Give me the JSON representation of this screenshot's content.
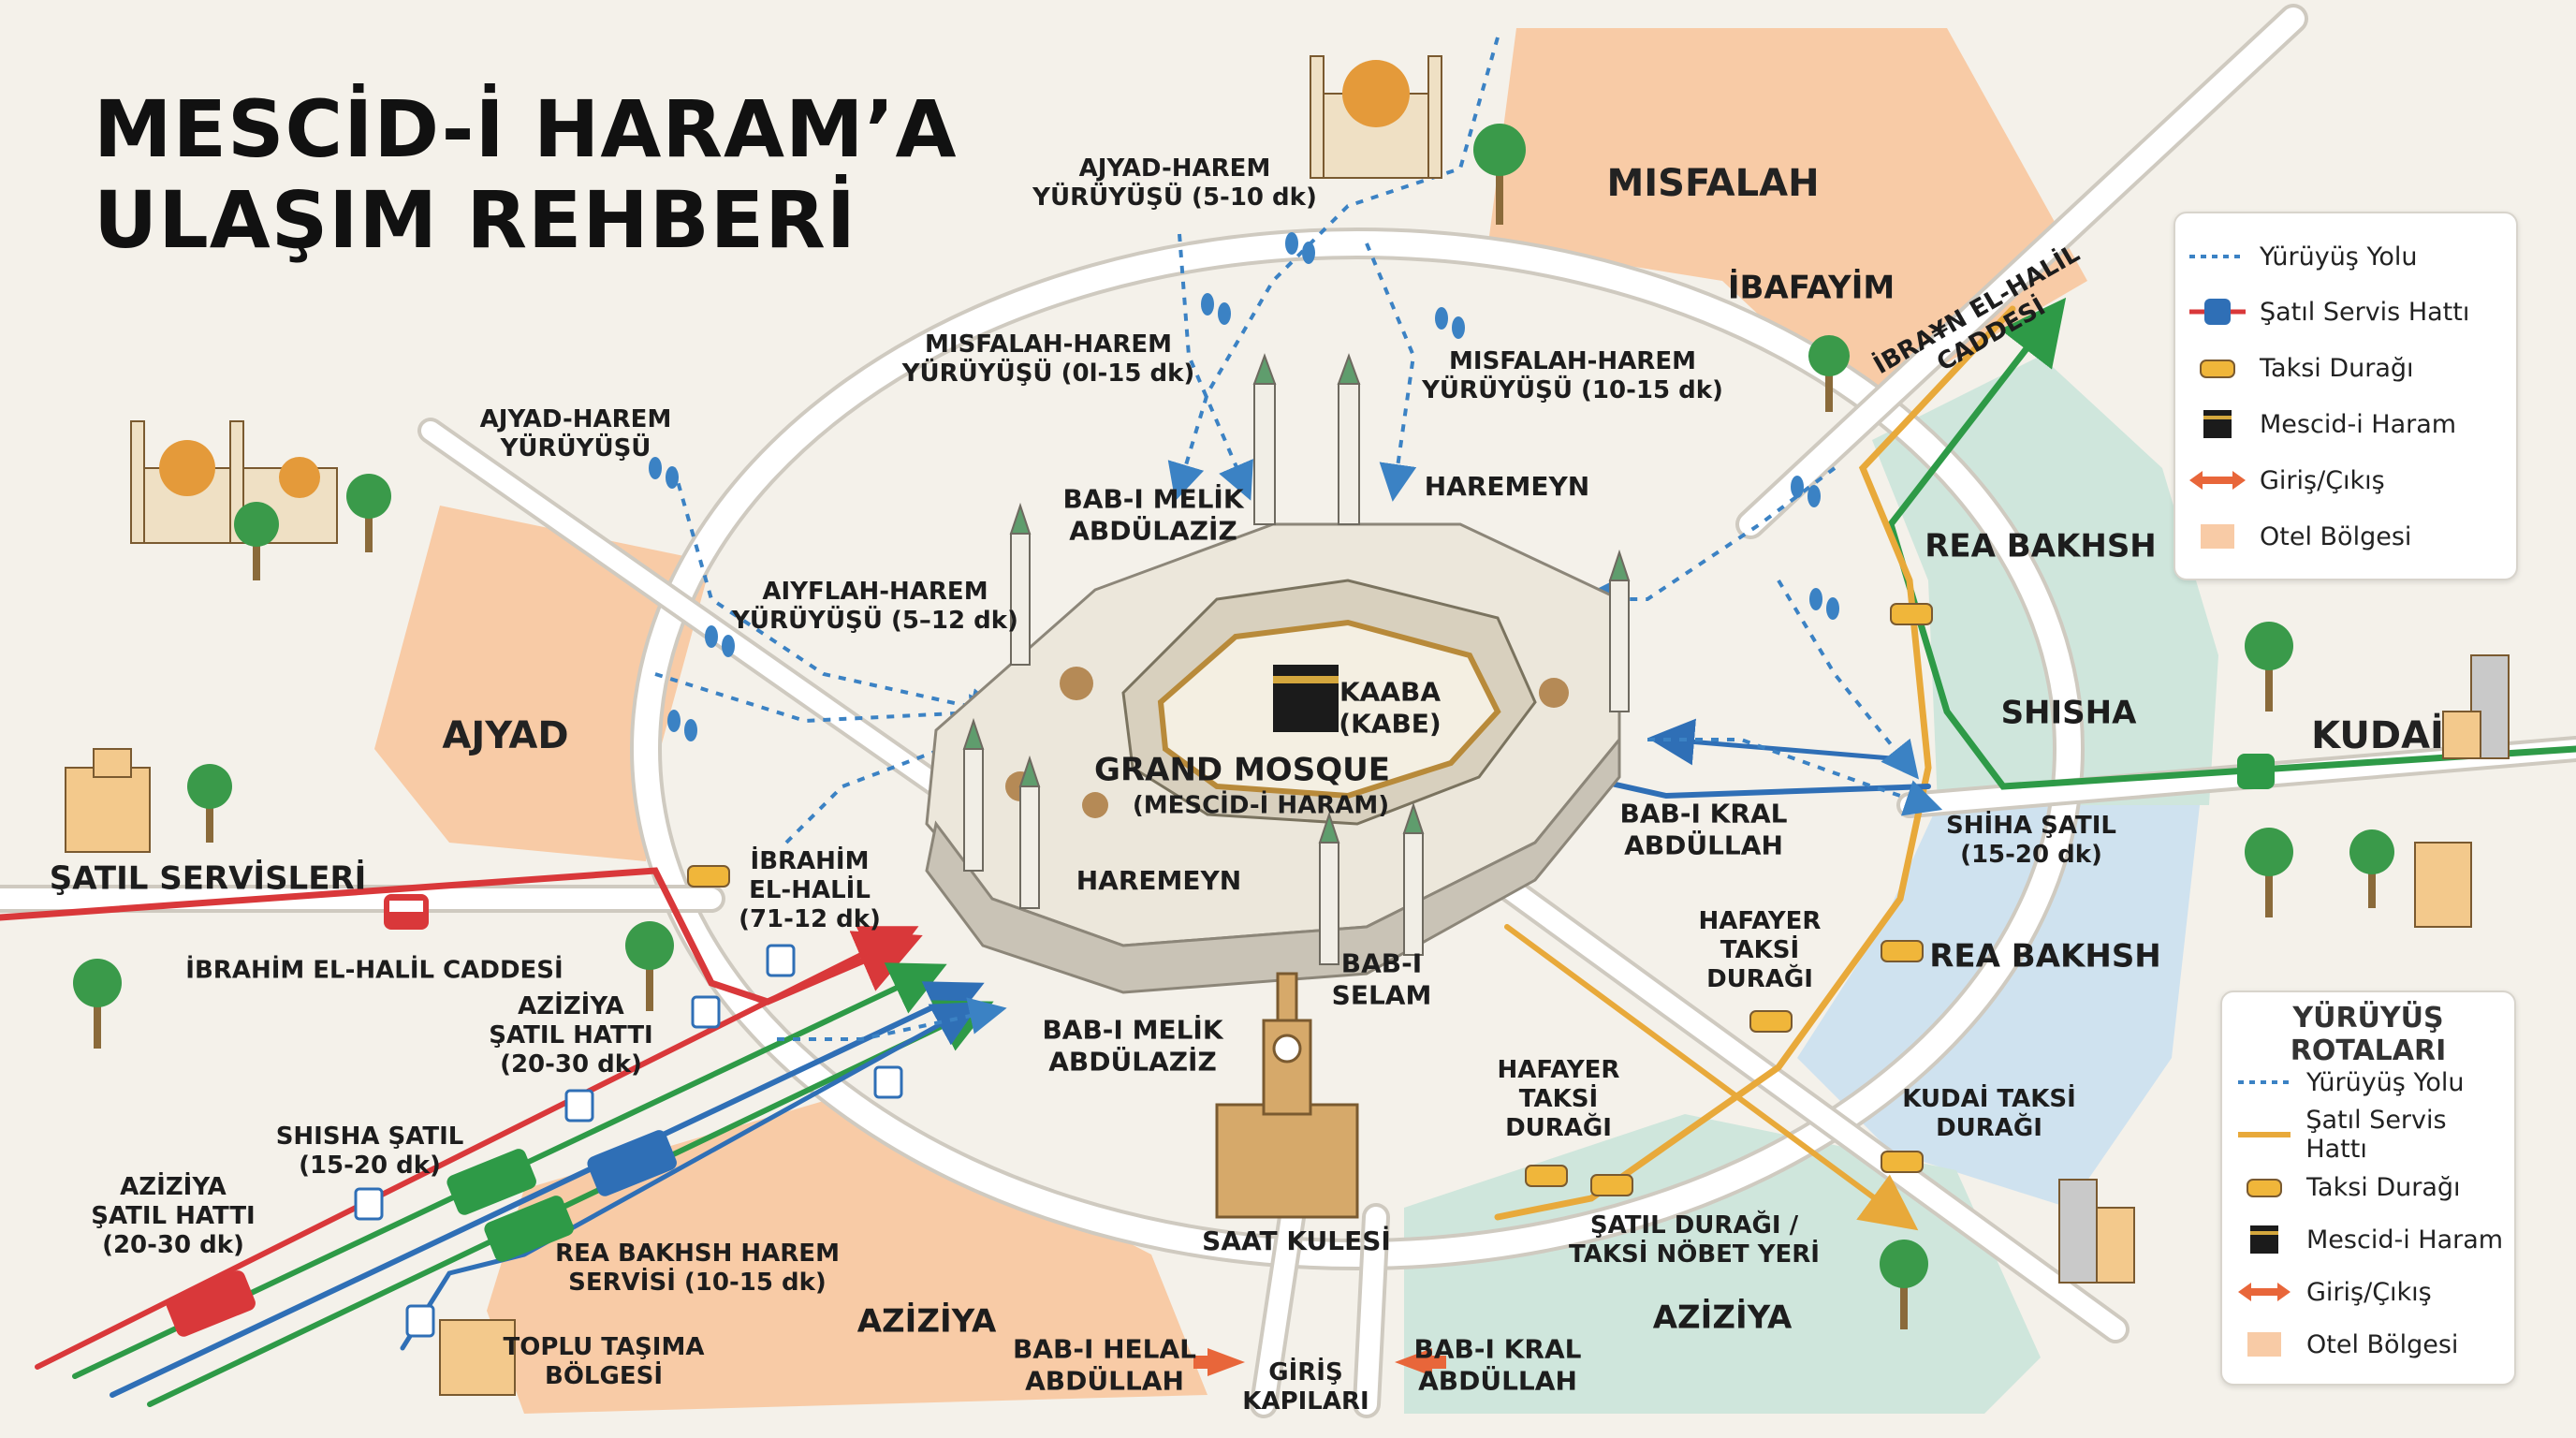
{
  "title": {
    "line1": "MESCİD-İ HARAM’A",
    "line2": "ULAŞIM REHBERİ"
  },
  "colors": {
    "walk": "#3b82c4",
    "shuttle_red": "#d9383a",
    "green": "#2e9a47",
    "blue": "#2f6fb6",
    "yellow": "#e8a93a",
    "hotel": "#f8cba6",
    "teal": "#cfe6dc",
    "lightblue": "#cfe2ef"
  },
  "districts": {
    "misfalah": "MISFALAH",
    "ibafayim": "İBAFAYİM",
    "rea_bakhsh_1": "REA BAKHSH",
    "shisha": "SHISHA",
    "kudai": "KUDAİ",
    "rea_bakhsh_2": "REA BAKHSH",
    "ajyad": "AJYAD",
    "aziziya_1": "AZİZİYA",
    "aziziya_2": "AZİZİYA"
  },
  "labels": {
    "ajyad_harem_5_10": "AJYAD-HAREM\nYÜRÜYÜŞÜ (5-10 dk)",
    "misfalah_harem_0_15": "MISFALAH-HAREM\nYÜRÜYÜŞÜ (0l-15 dk)",
    "misfalah_harem_10_15": "MISFALAH-HAREM\nYÜRÜYÜŞÜ (10-15 dk)",
    "ajyad_harem": "AJYAD-HAREM\nYÜRÜYÜŞÜ",
    "aiyflah_harem": "AIYFLAH-HAREM\nYÜRÜYÜŞÜ (5–12 dk)",
    "bab_melik_top": "BAB-I MELİK\nABDÜLAZİZ",
    "haremeyn_top": "HAREMEYN",
    "kaaba": "KAABA\n(KABE)",
    "grand_mosque": "GRAND MOSQUE",
    "mescid_haram": "(MESCİD-İ HARAM)",
    "haremeyn_bottom": "HAREMEYN",
    "bab_kral_mid": "BAB-I KRAL\nABDÜLLAH",
    "ibrahim_halil_walk": "İBRAHİM\nEL-HALİL\n(71-12 dk)",
    "satil_servisleri": "ŞATIL SERVİSLERİ",
    "ibrahim_caddesi": "İBRAHİM EL-HALİL CADDESİ",
    "aziziya_hatti_1": "AZİZİYA\nŞATIL HATTI\n(20-30 dk)",
    "shisha_satil": "SHISHA ŞATIL\n(15-20 dk)",
    "aziziya_hatti_2": "AZİZİYA\nŞATIL HATTI\n(20-30 dk)",
    "rea_bakhsh_servis": "REA BAKHSH HAREM\nSERVİSİ (10-15 dk)",
    "toplu_tasima": "TOPLU TAŞIMA\nBÖLGESİ",
    "bab_selam": "BAB-I\nSELAM",
    "bab_melik_bottom": "BAB-I MELİK\nABDÜLAZİZ",
    "saat_kulesi": "SAAT KULESİ",
    "hafayer_1": "HAFAYER\nTAKSİ\nDURAĞI",
    "hafayer_2": "HAFAYER\nTAKSİ\nDURAĞI",
    "shiha_satil": "SHİHA ŞATIL\n(15-20 dk)",
    "kudai_taksi": "KUDAİ TAKSİ\nDURAĞI",
    "satil_duragi": "ŞATIL DURAĞI /\nTAKSİ NÖBET YERİ",
    "bab_helal": "BAB-I HELAL\nABDÜLLAH",
    "giris_kapilari": "GİRİŞ\nKAPILARI",
    "bab_kral_bottom": "BAB-I KRAL\nABDÜLLAH",
    "ibrahim_caddesi_ne": "İBRA¥N EL-HALİL\nCADDESİ"
  },
  "legend1": {
    "items": [
      {
        "icon": "walk-line",
        "label": "Yürüyüş Yolu"
      },
      {
        "icon": "bus-red-line",
        "label": "Şatıl Servis Hattı"
      },
      {
        "icon": "taxi-icon",
        "label": "Taksi Durağı"
      },
      {
        "icon": "kaaba-icon",
        "label": "Mescid-i Haram"
      },
      {
        "icon": "entry-exit-arrow",
        "label": "Giriş/Çıkış"
      },
      {
        "icon": "hotel-swatch",
        "label": "Otel Bölgesi"
      }
    ]
  },
  "legend2": {
    "title": "YÜRÜYÜŞ ROTALARI",
    "items": [
      {
        "icon": "walk-line",
        "label": "Yürüyüş Yolu"
      },
      {
        "icon": "yellow-line",
        "label": "Şatıl Servis Hattı"
      },
      {
        "icon": "taxi-icon",
        "label": "Taksi Durağı"
      },
      {
        "icon": "kaaba-icon",
        "label": "Mescid-i Haram"
      },
      {
        "icon": "entry-exit-arrow",
        "label": "Giriş/Çıkış"
      },
      {
        "icon": "hotel-swatch",
        "label": "Otel Bölgesi"
      }
    ]
  }
}
